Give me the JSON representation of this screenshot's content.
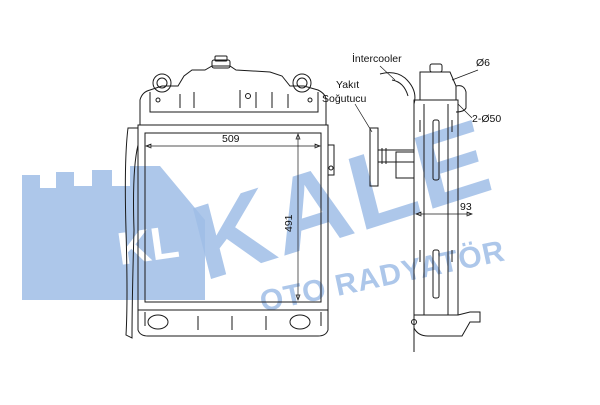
{
  "watermark": {
    "brand": "KALE",
    "subtitle": "OTO RADYATÖR",
    "logo_letters": "KL",
    "color": "#9fbde6"
  },
  "labels": {
    "intercooler": "İntercooler",
    "fuel_cooler_line1": "Yakıt",
    "fuel_cooler_line2": "Soğutucu",
    "pipe_small": "Ø6",
    "pipe_large": "2-Ø50"
  },
  "dimensions": {
    "width": "509",
    "height": "491",
    "depth": "93"
  }
}
